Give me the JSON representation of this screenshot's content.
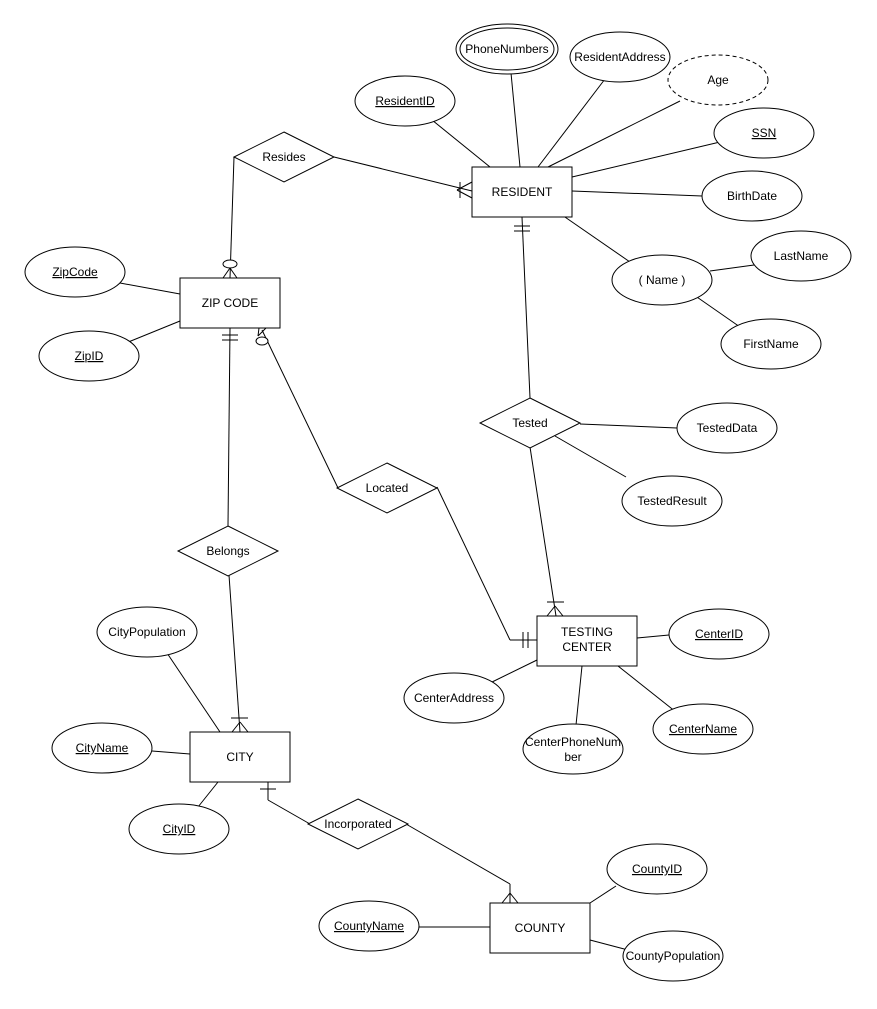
{
  "entities": {
    "resident": "RESIDENT",
    "zipcode": "ZIP CODE",
    "testing_center": [
      "TESTING",
      "CENTER"
    ],
    "city": "CITY",
    "county": "COUNTY"
  },
  "relationships": {
    "resides": "Resides",
    "tested": "Tested",
    "located": "Located",
    "belongs": "Belongs",
    "incorporated": "Incorporated"
  },
  "attributes": {
    "phone_numbers": "PhoneNumbers",
    "resident_address": "ResidentAddress",
    "age": "Age",
    "resident_id": "ResidentID",
    "ssn": "SSN",
    "birth_date": "BirthDate",
    "name": "( Name )",
    "last_name": "LastName",
    "first_name": "FirstName",
    "zip_code": "ZipCode",
    "zip_id": "ZipID",
    "tested_data": "TestedData",
    "tested_result": "TestedResult",
    "city_population": "CityPopulation",
    "center_id": "CenterID",
    "center_address": "CenterAddress",
    "center_name": "CenterName",
    "center_phone": [
      "CenterPhoneNum",
      "ber"
    ],
    "city_name": "CityName",
    "city_id": "CityID",
    "county_id": "CountyID",
    "county_name": "CountyName",
    "county_population": "CountyPopulation"
  }
}
